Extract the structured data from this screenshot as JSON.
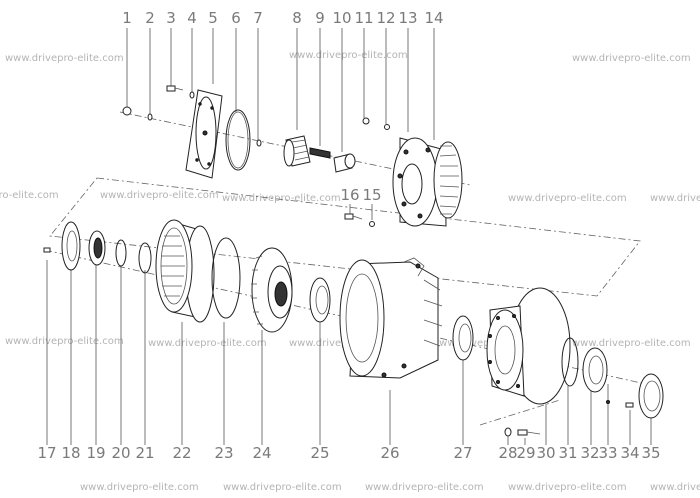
{
  "watermark": "www.drivepro-elite.com",
  "callouts": [
    "1",
    "2",
    "3",
    "4",
    "5",
    "6",
    "7",
    "8",
    "9",
    "10",
    "11",
    "12",
    "13",
    "14",
    "15",
    "16",
    "17",
    "18",
    "19",
    "20",
    "21",
    "22",
    "23",
    "24",
    "25",
    "26",
    "27",
    "28",
    "29",
    "30",
    "31",
    "32",
    "33",
    "34",
    "35"
  ],
  "colors": {
    "line": "#555555",
    "label": "#7a7a7a",
    "watermark": "#b4b4b4",
    "part_fill": "#ffffff"
  }
}
